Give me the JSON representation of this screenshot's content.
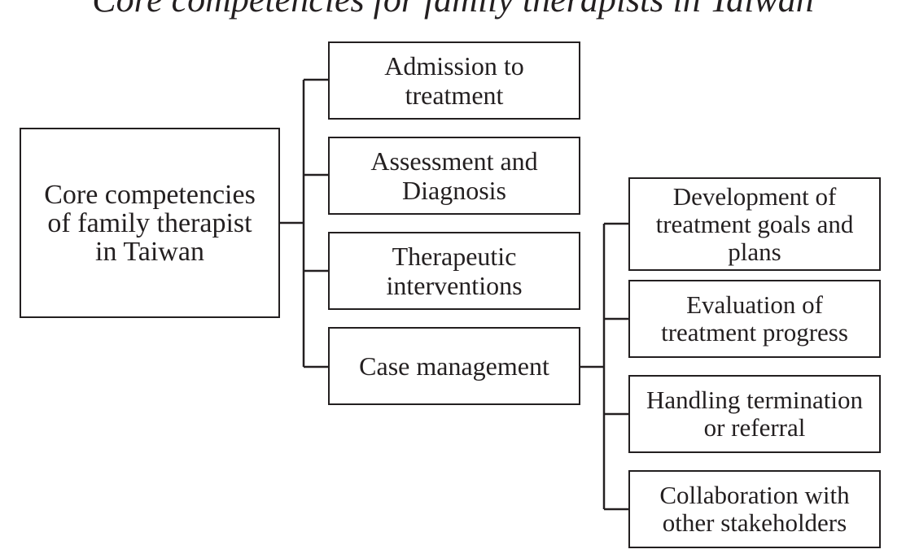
{
  "title": "Core competencies for family therapists in Taiwan",
  "root": {
    "label": "Core competencies\nof family therapist\nin Taiwan"
  },
  "branches": [
    {
      "label": "Admission to\ntreatment"
    },
    {
      "label": "Assessment and\nDiagnosis"
    },
    {
      "label": "Therapeutic\ninterventions"
    },
    {
      "label": "Case management"
    }
  ],
  "case_management_children": [
    {
      "label": "Development of\ntreatment goals and\nplans"
    },
    {
      "label": "Evaluation of\ntreatment progress"
    },
    {
      "label": "Handling termination\nor referral"
    },
    {
      "label": "Collaboration with\nother stakeholders"
    }
  ],
  "line_color": "#231f20"
}
